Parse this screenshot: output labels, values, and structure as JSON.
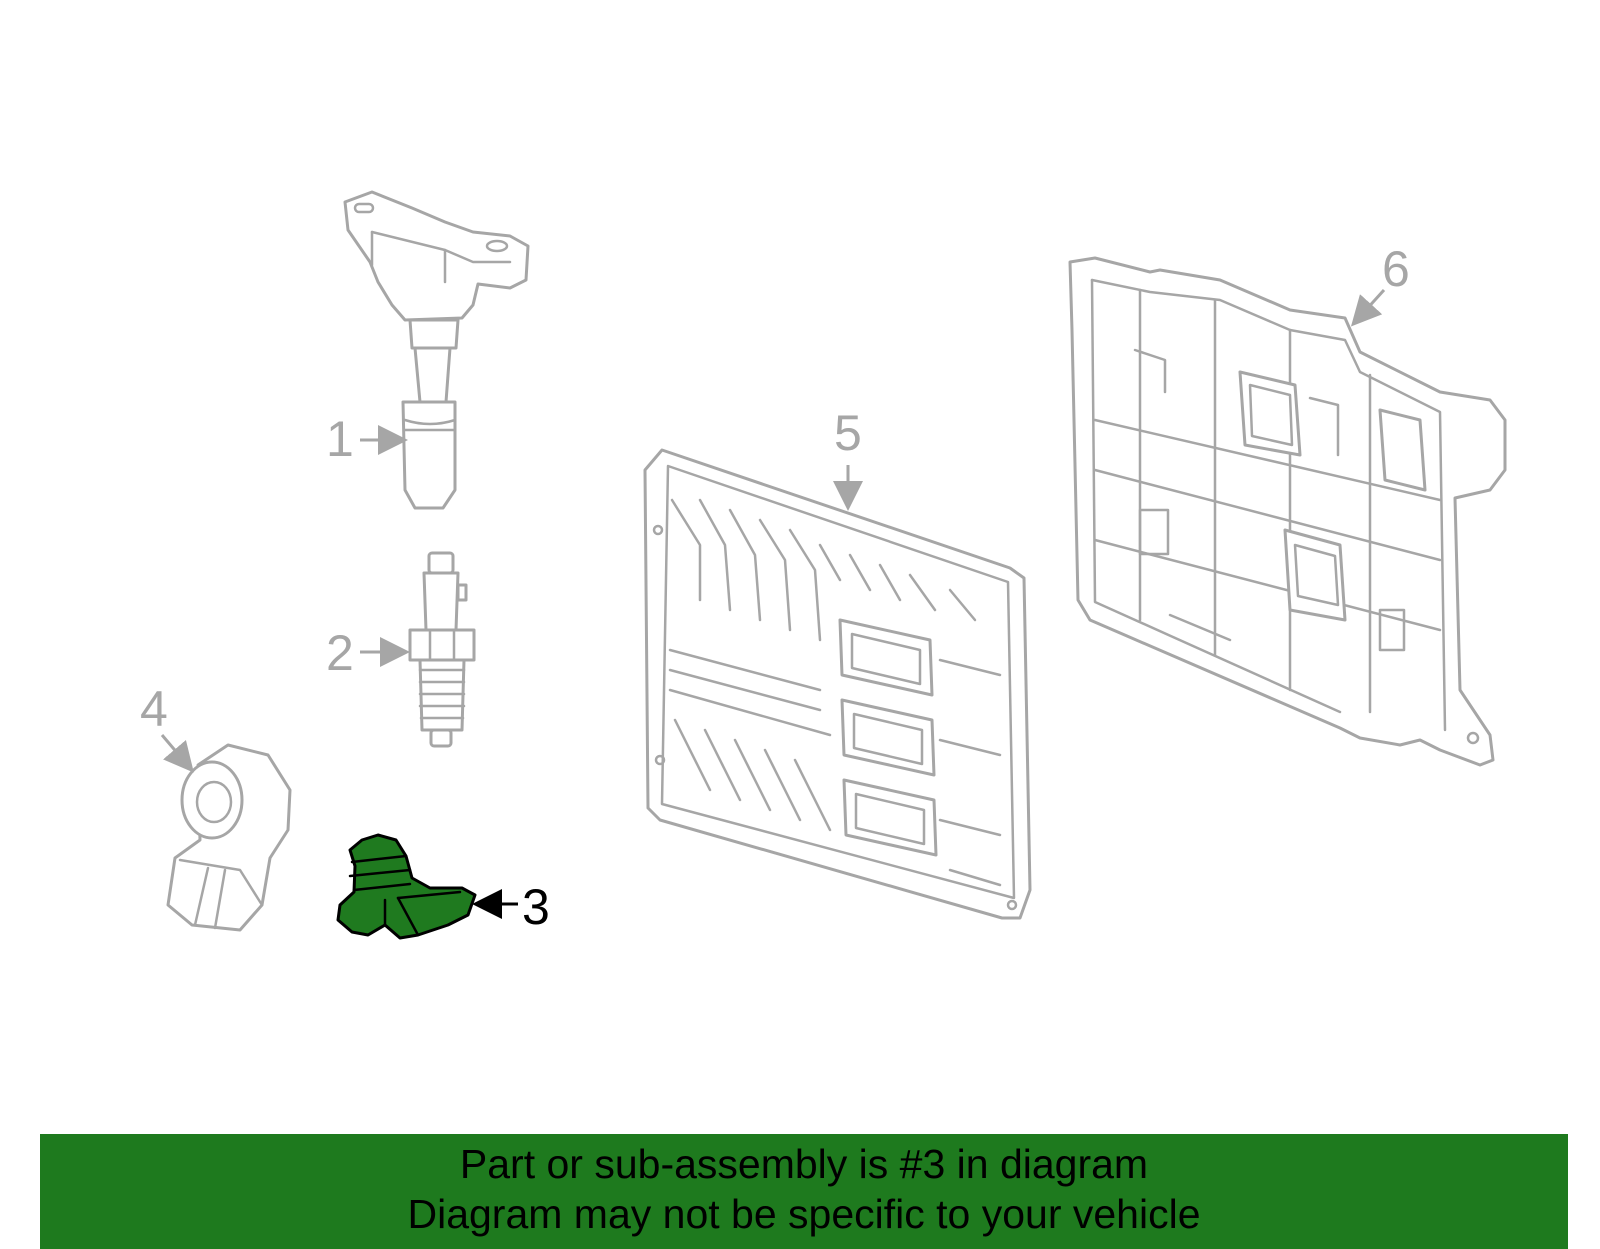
{
  "callouts": [
    {
      "number": "1",
      "name": "ignition-coil",
      "highlighted": false
    },
    {
      "number": "2",
      "name": "spark-plug",
      "highlighted": false
    },
    {
      "number": "3",
      "name": "camshaft-position-sensor",
      "highlighted": true
    },
    {
      "number": "4",
      "name": "knock-sensor",
      "highlighted": false
    },
    {
      "number": "5",
      "name": "engine-control-module",
      "highlighted": false
    },
    {
      "number": "6",
      "name": "module-bracket",
      "highlighted": false
    }
  ],
  "banner": {
    "line1": "Part or sub-assembly is #3 in diagram",
    "line2": "Diagram may not be specific to your vehicle"
  },
  "colors": {
    "highlight": "#1f7a1f",
    "banner_bg": "#1e7a1e",
    "outline": "#a6a6a6"
  }
}
